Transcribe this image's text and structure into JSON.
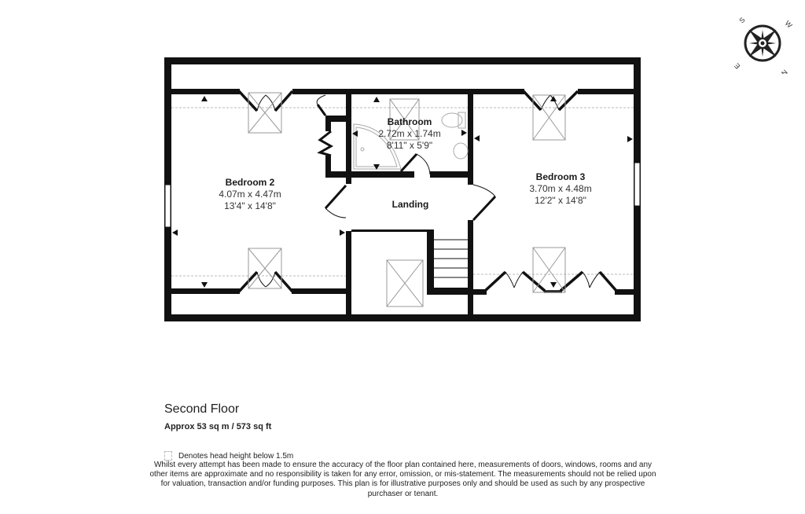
{
  "floor": {
    "title": "Second Floor",
    "area": "Approx 53 sq m / 573 sq ft"
  },
  "rooms": [
    {
      "name": "Bedroom 2",
      "metric": "4.07m x 4.47m",
      "imperial": "13'4\" x 14'8\""
    },
    {
      "name": "Bathroom",
      "metric": "2.72m x 1.74m",
      "imperial": "8'11\" x 5'9\""
    },
    {
      "name": "Landing"
    },
    {
      "name": "Bedroom 3",
      "metric": "3.70m x 4.48m",
      "imperial": "12'2\" x 14'8\""
    }
  ],
  "legend": {
    "label": "Denotes head height below 1.5m"
  },
  "disclaimer": "Whilst every attempt has been made to ensure the accuracy of the floor plan contained here, measurements of doors, windows, rooms and any other items are approximate and no responsibility is taken for any error, omission, or mis-statement. The measurements should not be relied upon for valuation, transaction and/or funding purposes. This plan is for illustrative purposes only and should be used as such by any prospective purchaser or tenant.",
  "compass": {
    "icon": "compass-rose-icon",
    "labels": {
      "s": "S",
      "w": "W",
      "n": "N",
      "e": "E"
    }
  },
  "colors": {
    "wall": "#111111",
    "fixture": "#999999",
    "dashed": "#bbbbbb"
  }
}
